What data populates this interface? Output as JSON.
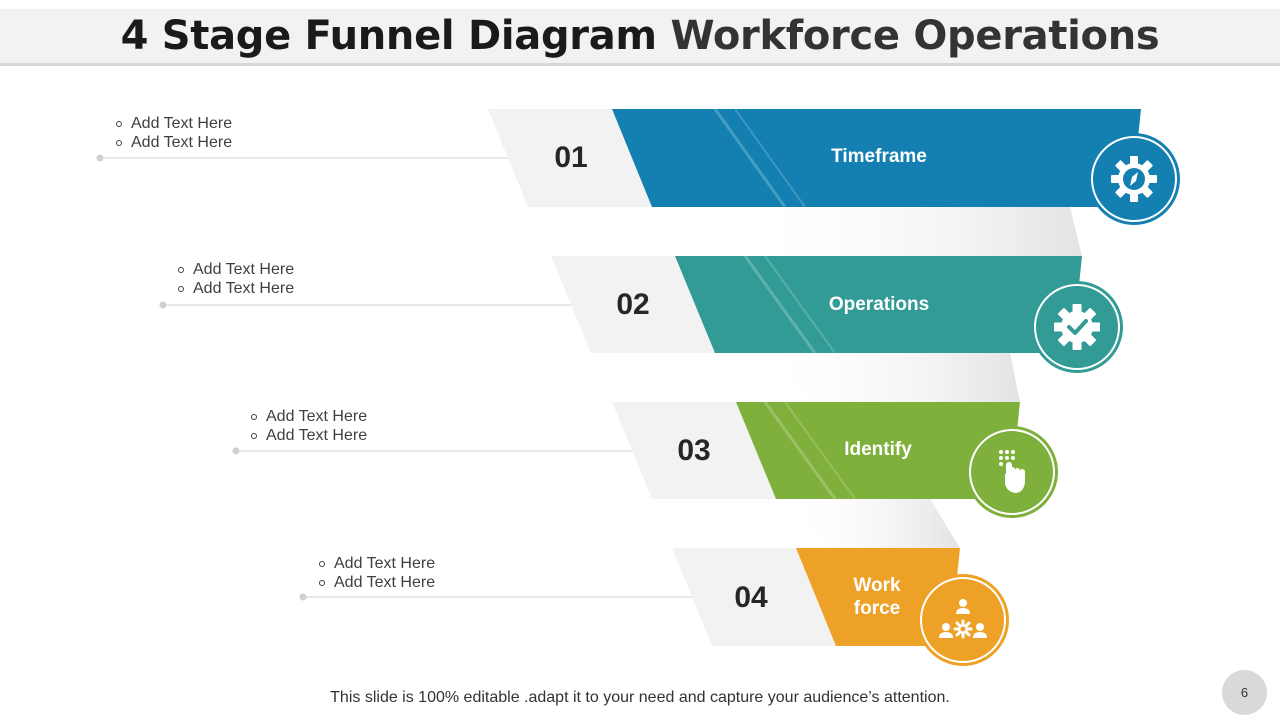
{
  "title": {
    "part1": "4 Stage Funnel Diagram",
    "part2": "Workforce Operations"
  },
  "stages": [
    {
      "number": "01",
      "label": "Timeframe",
      "color": "#1380b1",
      "icon": "gear-compass-icon",
      "bullets": [
        "Add Text Here",
        "Add Text Here"
      ]
    },
    {
      "number": "02",
      "label": "Operations",
      "color": "#339b95",
      "icon": "gear-check-icon",
      "bullets": [
        "Add Text Here",
        "Add Text Here"
      ]
    },
    {
      "number": "03",
      "label": "Identify",
      "color": "#7fb03c",
      "icon": "hand-pointer-icon",
      "bullets": [
        "Add Text Here",
        "Add Text Here"
      ]
    },
    {
      "number": "04",
      "label": "Work force",
      "color": "#eda126",
      "icon": "team-network-icon",
      "bullets": [
        "Add Text Here",
        "Add Text Here"
      ]
    }
  ],
  "footer": "This slide is 100% editable .adapt it to your need and capture your audience’s attention.",
  "page_number": "6"
}
